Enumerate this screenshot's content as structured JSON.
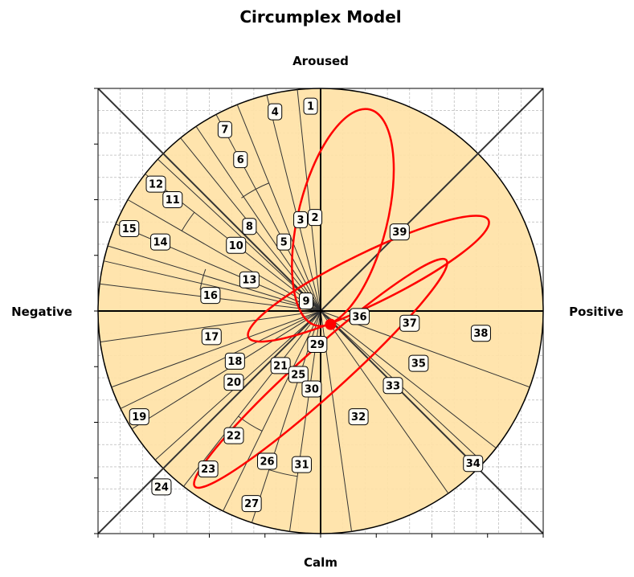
{
  "chart_data": {
    "type": "scatter",
    "title": "Circumplex Model",
    "axis_labels": {
      "top": "Aroused",
      "bottom": "Calm",
      "left": "Negative",
      "right": "Positive"
    },
    "xlim": [
      -1,
      1
    ],
    "ylim": [
      -1,
      1
    ],
    "grid": true,
    "colors": {
      "fill": "#ffe2a6",
      "ellipse": "#ff0000",
      "point": "#ff0000",
      "grid": "#aaaaaa",
      "lines": "#333333"
    },
    "labels": [
      {
        "id": "1",
        "x": -0.045,
        "y": 0.92
      },
      {
        "id": "2",
        "x": -0.025,
        "y": 0.42
      },
      {
        "id": "3",
        "x": -0.09,
        "y": 0.41
      },
      {
        "id": "4",
        "x": -0.205,
        "y": 0.895
      },
      {
        "id": "5",
        "x": -0.165,
        "y": 0.31
      },
      {
        "id": "6",
        "x": -0.36,
        "y": 0.68
      },
      {
        "id": "7",
        "x": -0.43,
        "y": 0.815
      },
      {
        "id": "8",
        "x": -0.32,
        "y": 0.38
      },
      {
        "id": "9",
        "x": -0.065,
        "y": 0.045
      },
      {
        "id": "10",
        "x": -0.38,
        "y": 0.295
      },
      {
        "id": "11",
        "x": -0.665,
        "y": 0.5
      },
      {
        "id": "12",
        "x": -0.74,
        "y": 0.57
      },
      {
        "id": "13",
        "x": -0.32,
        "y": 0.14
      },
      {
        "id": "14",
        "x": -0.72,
        "y": 0.31
      },
      {
        "id": "15",
        "x": -0.86,
        "y": 0.37
      },
      {
        "id": "16",
        "x": -0.495,
        "y": 0.07
      },
      {
        "id": "17",
        "x": -0.49,
        "y": -0.115
      },
      {
        "id": "18",
        "x": -0.385,
        "y": -0.225
      },
      {
        "id": "19",
        "x": -0.815,
        "y": -0.475
      },
      {
        "id": "20",
        "x": -0.39,
        "y": -0.32
      },
      {
        "id": "21",
        "x": -0.18,
        "y": -0.245
      },
      {
        "id": "22",
        "x": -0.39,
        "y": -0.56
      },
      {
        "id": "23",
        "x": -0.505,
        "y": -0.71
      },
      {
        "id": "24",
        "x": -0.715,
        "y": -0.79
      },
      {
        "id": "25",
        "x": -0.1,
        "y": -0.285
      },
      {
        "id": "26",
        "x": -0.24,
        "y": -0.675
      },
      {
        "id": "27",
        "x": -0.31,
        "y": -0.865
      },
      {
        "id": "29",
        "x": -0.015,
        "y": -0.15
      },
      {
        "id": "30",
        "x": -0.04,
        "y": -0.35
      },
      {
        "id": "31",
        "x": -0.085,
        "y": -0.69
      },
      {
        "id": "32",
        "x": 0.17,
        "y": -0.475
      },
      {
        "id": "33",
        "x": 0.325,
        "y": -0.335
      },
      {
        "id": "34",
        "x": 0.685,
        "y": -0.685
      },
      {
        "id": "35",
        "x": 0.44,
        "y": -0.235
      },
      {
        "id": "36",
        "x": 0.175,
        "y": -0.025
      },
      {
        "id": "37",
        "x": 0.4,
        "y": -0.055
      },
      {
        "id": "38",
        "x": 0.72,
        "y": -0.1
      },
      {
        "id": "39",
        "x": 0.355,
        "y": 0.355
      }
    ],
    "highlight_point": {
      "x": 0.045,
      "y": -0.06
    },
    "ellipses": [
      {
        "cx": 0.215,
        "cy": 0.145,
        "rx": 0.6,
        "ry": 0.115,
        "angle_deg": -26
      },
      {
        "cx": 0.1,
        "cy": 0.42,
        "rx": 0.5,
        "ry": 0.2,
        "angle_deg": -76
      },
      {
        "cx": 0.0,
        "cy": -0.28,
        "rx": 0.76,
        "ry": 0.1,
        "angle_deg": -42
      }
    ]
  }
}
